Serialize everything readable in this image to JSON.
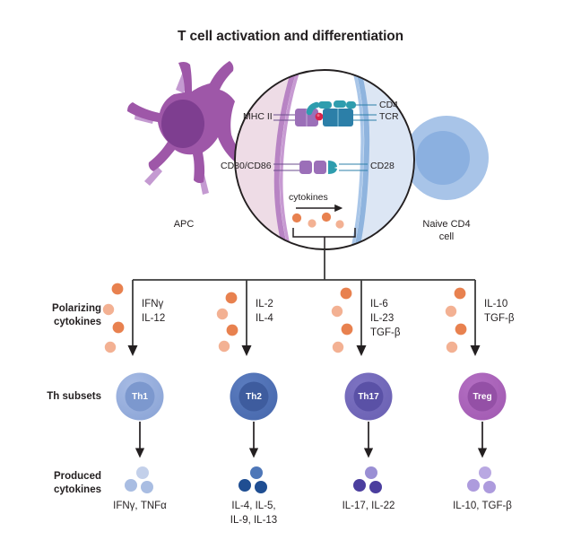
{
  "title": "T cell activation and differentiation",
  "synapse": {
    "apc_caption": "APC",
    "naive_caption_line1": "Naive CD4",
    "naive_caption_line2": "cell",
    "mhc_label": "MHC II",
    "cd4_label": "CD4",
    "tcr_label": "TCR",
    "costim_label": "CD80/CD86",
    "cd28_label": "CD28",
    "cytokines_label": "cytokines"
  },
  "rows": {
    "polarizing_line1": "Polarizing",
    "polarizing_line2": "cytokines",
    "subsets_label": "Th subsets",
    "produced_line1": "Produced",
    "produced_line2": "cytokines"
  },
  "columns": [
    {
      "name": "Th1",
      "polarizing": [
        "IFNγ",
        "IL-12"
      ],
      "subset_label": "Th1",
      "subset_outer_color": "#8EA7D8",
      "subset_inner_color": "#7C98CE",
      "produced": [
        "IFNγ, TNFα"
      ],
      "produced_dot_colors": [
        "#C3D0EA",
        "#A9BDE2",
        "#A9BDE2"
      ]
    },
    {
      "name": "Th2",
      "polarizing": [
        "IL-2",
        "IL-4"
      ],
      "subset_label": "Th2",
      "subset_outer_color": "#4A6BAF",
      "subset_inner_color": "#3E5C9E",
      "produced": [
        "IL-4, IL-5,",
        "IL-9, IL-13"
      ],
      "produced_dot_colors": [
        "#4E77B8",
        "#1F4E92",
        "#1F4E92"
      ]
    },
    {
      "name": "Th17",
      "polarizing": [
        "IL-6",
        "IL-23",
        "TGF-β"
      ],
      "subset_label": "Th17",
      "subset_outer_color": "#6D63B5",
      "subset_inner_color": "#5A51A6",
      "produced": [
        "IL-17, IL-22"
      ],
      "produced_dot_colors": [
        "#9A8FD4",
        "#4B3E9E",
        "#4B3E9E"
      ]
    },
    {
      "name": "Treg",
      "polarizing": [
        "IL-10",
        "TGF-β"
      ],
      "subset_label": "Treg",
      "subset_outer_color": "#A45DB4",
      "subset_inner_color": "#9450A6",
      "produced": [
        "IL-10, TGF-β"
      ],
      "produced_dot_colors": [
        "#B9A8E2",
        "#AD9BDD",
        "#AD9BDD"
      ]
    }
  ],
  "colors": {
    "cytokine_dark": "#E8814F",
    "cytokine_light": "#F3B193",
    "apc_body": "#9E57A8",
    "apc_nucleus": "#7E3E90",
    "naive_outer": "#A8C4E8",
    "naive_inner": "#8BB0E0",
    "apc_membrane": "#B884C4",
    "tcell_membrane": "#8FB4DE",
    "mhc_purple": "#9B6FB8",
    "tcr_blue": "#2C7FA8",
    "antigen_red": "#D8234B",
    "stroke": "#231f20"
  }
}
